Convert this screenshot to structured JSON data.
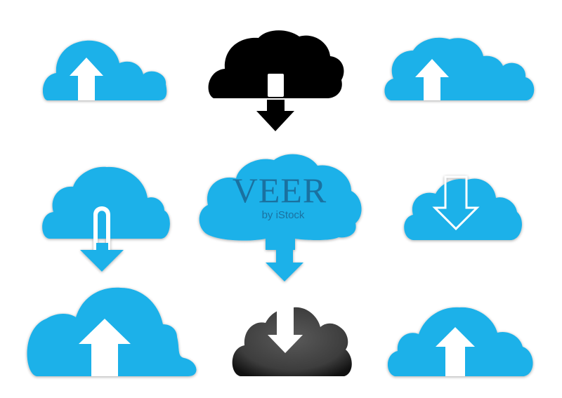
{
  "colors": {
    "cloud_blue": "#1fb1e9",
    "cloud_blue_dark": "#0d8fc8",
    "cloud_black": "#000000",
    "cloud_gray": "#4d4d4d",
    "white": "#ffffff"
  },
  "watermark": {
    "brand": "VEER",
    "byline": "by iStock"
  },
  "icons": [
    {
      "name": "cloud-upload-icon",
      "style": "blue",
      "arrow": "upload"
    },
    {
      "name": "cloud-download-icon",
      "style": "black",
      "arrow": "download"
    },
    {
      "name": "cloud-upload-icon",
      "style": "blue",
      "arrow": "upload"
    },
    {
      "name": "cloud-download-icon",
      "style": "blue",
      "arrow": "download"
    },
    {
      "name": "cloud-download-icon",
      "style": "blue",
      "arrow": "download"
    },
    {
      "name": "cloud-download-icon",
      "style": "blue",
      "arrow": "download"
    },
    {
      "name": "cloud-upload-icon",
      "style": "blue",
      "arrow": "upload"
    },
    {
      "name": "cloud-download-icon",
      "style": "gray",
      "arrow": "download"
    },
    {
      "name": "cloud-upload-icon",
      "style": "blue",
      "arrow": "upload"
    }
  ]
}
